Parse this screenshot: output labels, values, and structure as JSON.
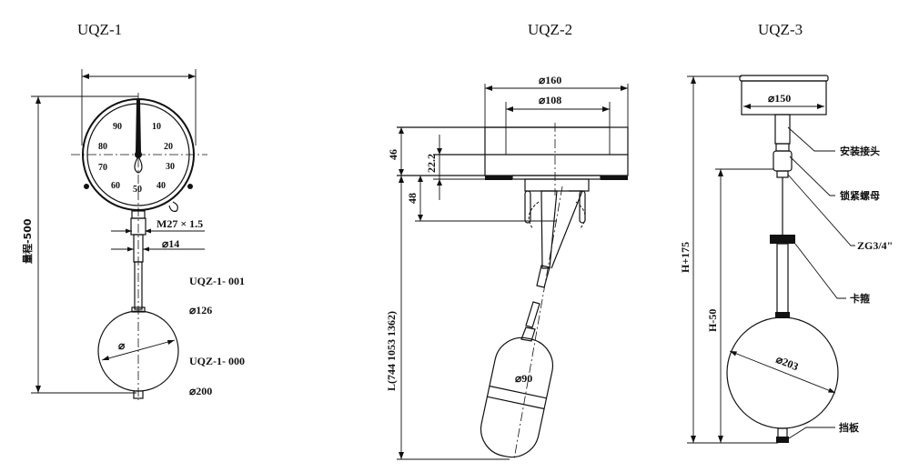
{
  "uqz1": {
    "title": "UQZ-1",
    "range_label": "量程-500",
    "dial_numbers": [
      "90",
      "10",
      "80",
      "20",
      "70",
      "30",
      "60",
      "50",
      "40"
    ],
    "thread": "M27 × 1.5",
    "rod_dia": "⌀14",
    "model_a": "UQZ-1- 001",
    "dia_a": "⌀126",
    "model_b": "UQZ-1- 000",
    "dia_b": "⌀200",
    "ball_dia_mark": "⌀"
  },
  "uqz2": {
    "title": "UQZ-2",
    "dia_outer": "⌀160",
    "dia_inner": "⌀108",
    "h46": "46",
    "h22": "22.2",
    "h48": "48",
    "length": "L(744  1053  1362)",
    "float_dia": "⌀90"
  },
  "uqz3": {
    "title": "UQZ-3",
    "head_dia": "⌀150",
    "total_height": "H+175",
    "h_minus": "H-50",
    "ball_dia": "⌀203",
    "callouts": [
      "安装接头",
      "锁紧螺母",
      "ZG3/4\"",
      "卡箍",
      "挡板"
    ]
  }
}
